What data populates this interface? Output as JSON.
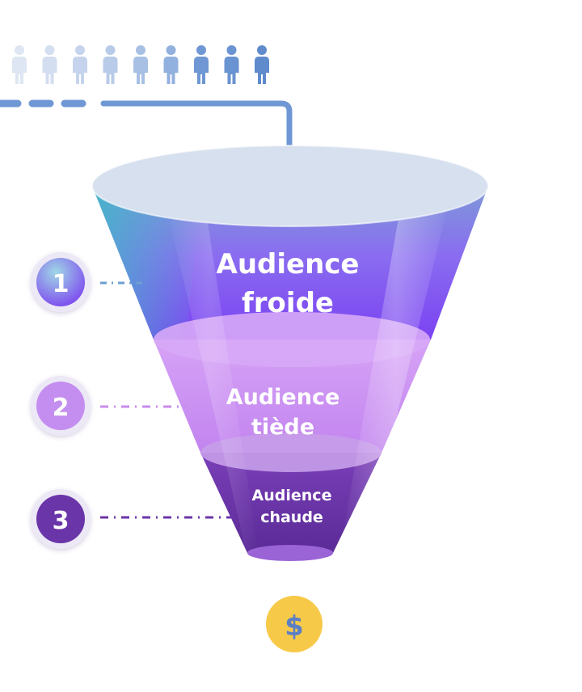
{
  "audience_icons": {
    "count": 9,
    "colors": [
      "#dde6f2",
      "#d3def0",
      "#c5d4ec",
      "#b8cbe8",
      "#a8c0e4",
      "#93b1de",
      "#6f97d4",
      "#6a93d1",
      "#5f8bcc"
    ]
  },
  "flow_arrow": {
    "color": "#6f97d4"
  },
  "funnel": {
    "rim_color": "#d6e0ee",
    "stages": [
      {
        "badge": "1",
        "line1": "Audience",
        "line2": "froide",
        "color": "#7b4ff0",
        "badge_color": "#7b3ff0",
        "line_color": "#6e9fd2"
      },
      {
        "badge": "2",
        "line1": "Audience",
        "line2": "tiède",
        "color": "#c58af2",
        "badge_color": "#c48ef0",
        "line_color": "#c98bec"
      },
      {
        "badge": "3",
        "line1": "Audience",
        "line2": "chaude",
        "color": "#6a35a8",
        "badge_color": "#6a35a8",
        "line_color": "#6a35a8"
      }
    ]
  },
  "coin": {
    "symbol": "$",
    "color": "#f7c948",
    "symbol_color": "#5b7fc4"
  }
}
